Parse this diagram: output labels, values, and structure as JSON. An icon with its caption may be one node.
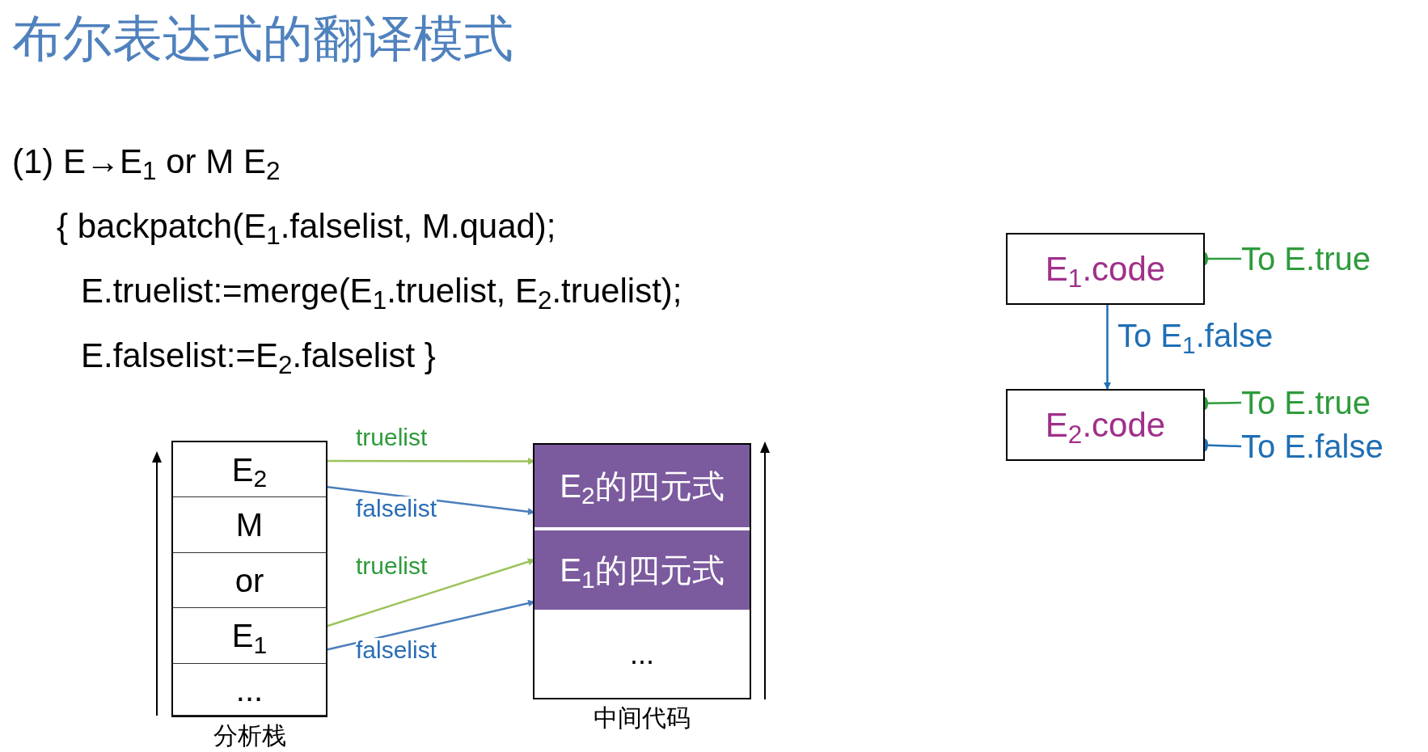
{
  "diagram": {
    "title": "布尔表达式的翻译模式",
    "nodes": [
      {
        "text": [],
        "shape": "box"
      },
      {
        "text": [
          "E$_{2}$"
        ],
        "in": 0
      },
      {
        "text": [
          "M"
        ],
        "in": 0
      },
      {
        "text": [
          "or"
        ],
        "in": 0
      },
      {
        "text": [
          "E$_{1}$"
        ],
        "in": 0
      },
      {
        "text": [
          "..."
        ],
        "in": 0
      },
      {
        "text": [],
        "shape": "box"
      },
      {
        "text": [
          "E$_{2}$的四元式"
        ],
        "in": 6
      },
      {
        "text": [
          "E$_{1}$的四元式"
        ],
        "in": 6
      },
      {
        "text": [
          "..."
        ],
        "in": 6
      },
      {
        "text": [
          "E$_{1}$.code"
        ]
      },
      {
        "text": [
          "To E.true"
        ]
      },
      {
        "text": [
          "E$_{2}$.code"
        ]
      },
      {
        "text": [
          "To E.true"
        ]
      },
      {
        "text": [
          "To E.false"
        ]
      }
    ],
    "edges": [
      {
        "from": 1,
        "to": 7,
        "arrow": "to",
        "label": "truelist",
        "color": "#9bc35a"
      },
      {
        "from": 1,
        "to": 7,
        "arrow": "to",
        "label": "falselist",
        "color": "#4a7ebb"
      },
      {
        "from": 4,
        "to": 8,
        "arrow": "to",
        "label": "truelist",
        "color": "#9bc35a"
      },
      {
        "from": 4,
        "to": 8,
        "arrow": "to",
        "label": "falselist",
        "color": "#4a7ebb"
      },
      {
        "from": 10,
        "to": 11,
        "arrow": "other",
        "color": "#2e9b3c"
      },
      {
        "from": 10,
        "to": 12,
        "arrow": "to",
        "label": "To E$_{1}$.false",
        "color": "#1f6fb5"
      },
      {
        "from": 12,
        "to": 13,
        "arrow": "other",
        "color": "#2e9b3c"
      },
      {
        "from": 12,
        "to": 14,
        "arrow": "other",
        "color": "#1f6fb5"
      }
    ],
    "labels": [
      "(1) E→E$_{1}$ or M E$_{2}$",
      "{ backpatch(E$_{1}$.falselist, M.quad);",
      "E.truelist:=merge(E$_{1}$.truelist, E$_{2}$.truelist);",
      "E.falselist:=E$_{2}$.falselist }",
      "分析栈",
      "中间代码"
    ]
  }
}
